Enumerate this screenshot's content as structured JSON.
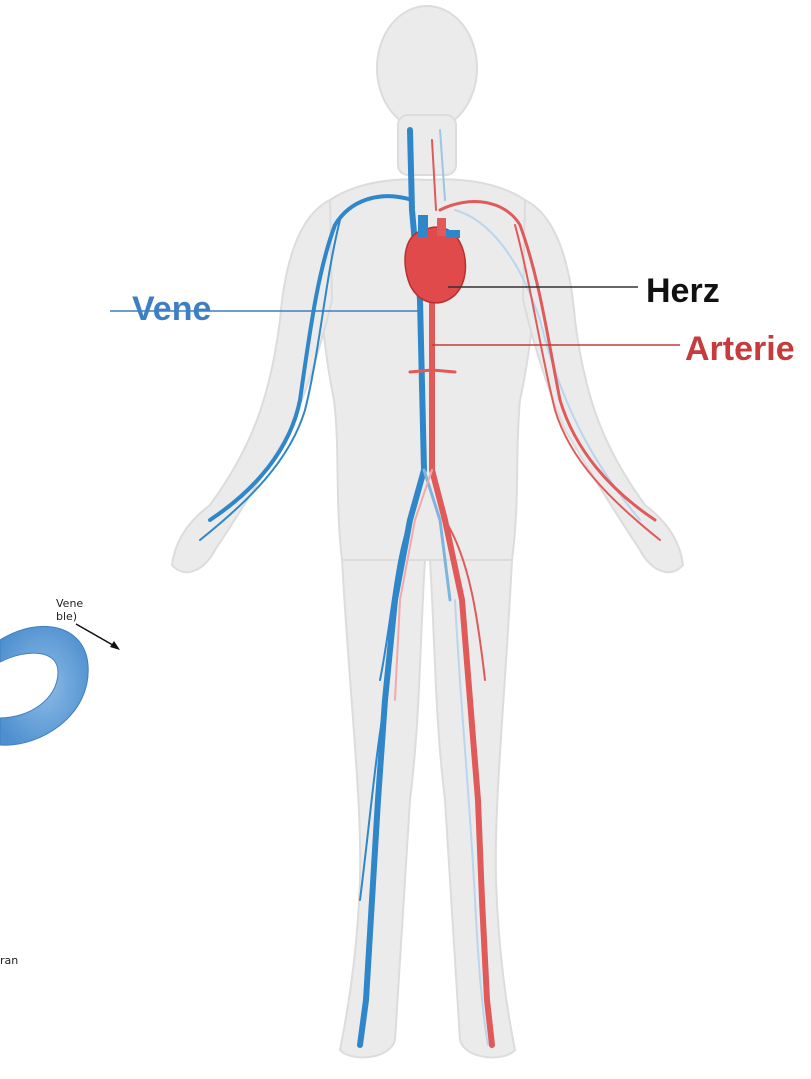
{
  "labels": {
    "vene": "Vene",
    "herz": "Herz",
    "arterie": "Arterie"
  },
  "background_fragment": {
    "vene_label": "Vene",
    "vene_sub": "ble)",
    "text_fragment": "ran"
  },
  "colors": {
    "vein": "#2f86c8",
    "artery": "#e05a5a",
    "heart": "#e04a4a",
    "body": "#eaeaea",
    "label_vene": "#3d7fc2",
    "label_herz": "#111111",
    "label_arterie": "#c63b3b",
    "vessel_ring": "#6aa5d6"
  }
}
